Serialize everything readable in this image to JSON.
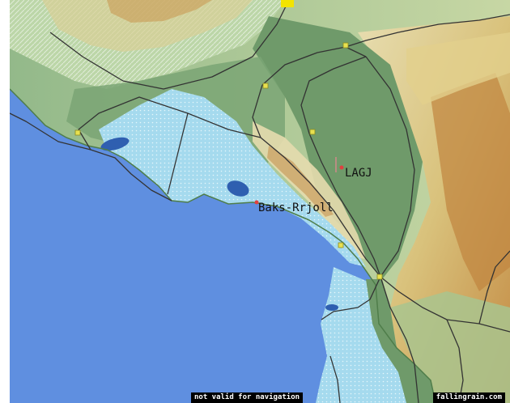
{
  "places": {
    "lagj": "LAGJ",
    "baks": "Baks-Rrjoll"
  },
  "footer": {
    "warning": "not valid for navigation",
    "credit": "fallingrain.com"
  },
  "colors": {
    "sea": "#5f8fe0",
    "lowland": "#6f9a6a",
    "shallow": "#a8dcee",
    "highland_mid": "#e8d8a0",
    "highland_peak": "#c88a40",
    "roads": "#333333",
    "marker": "#e04040",
    "road_junction": "#e8e050"
  },
  "icons": [
    "airport-marker-icon",
    "town-marker-icon",
    "junction-icon"
  ]
}
